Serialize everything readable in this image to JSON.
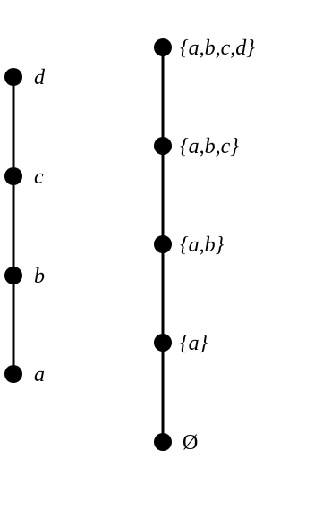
{
  "colors": {
    "line": "#000000",
    "node": "#000000",
    "text": "#000000",
    "background": "#ffffff"
  },
  "left_chain": {
    "nodes": [
      {
        "label": "d"
      },
      {
        "label": "c"
      },
      {
        "label": "b"
      },
      {
        "label": "a"
      }
    ]
  },
  "right_chain": {
    "nodes": [
      {
        "label": "{a,b,c,d}"
      },
      {
        "label": "{a,b,c}"
      },
      {
        "label": "{a,b}"
      },
      {
        "label": "{a}"
      },
      {
        "label": "Ø"
      }
    ]
  }
}
